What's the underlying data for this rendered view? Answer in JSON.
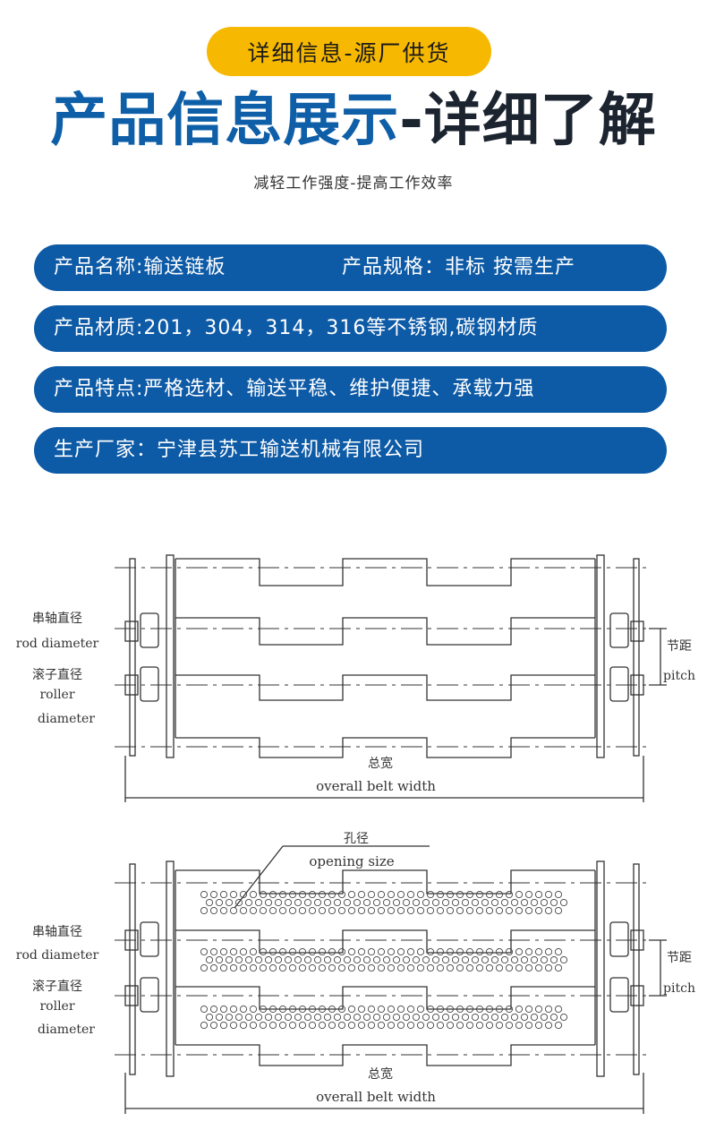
{
  "header": {
    "badge": "详细信息-源厂供货",
    "title_part1": "产品信息展示",
    "title_part2": "-详细了解",
    "subtitle": "减轻工作强度-提高工作效率"
  },
  "info": {
    "name": "产品名称:输送链板",
    "spec": "产品规格：非标 按需生产",
    "material": "产品材质:201，304，314，316等不锈钢,碳钢材质",
    "features": "产品特点:严格选材、输送平稳、维护便捷、承载力强",
    "maker": "生产厂家：宁津县苏工输送机械有限公司"
  },
  "diagram1": {
    "rod_cn": "串轴直径",
    "rod_en": "rod diameter",
    "roller_cn": "滚子直径",
    "roller_en1": "roller",
    "roller_en2": "diameter",
    "pitch_cn": "节距",
    "pitch_en": "pitch",
    "width_cn": "总宽",
    "width_en": "overall belt width"
  },
  "diagram2": {
    "hole_cn": "孔径",
    "hole_en": "opening size",
    "rod_cn": "串轴直径",
    "rod_en": "rod diameter",
    "roller_cn": "滚子直径",
    "roller_en1": "roller",
    "roller_en2": "diameter",
    "pitch_cn": "节距",
    "pitch_en": "pitch",
    "width_cn": "总宽",
    "width_en": "overall belt width"
  },
  "colors": {
    "badge": "#f6b800",
    "pill": "#0d5aa6",
    "title_blue": "#0e5fa8",
    "title_dark": "#1c2430"
  }
}
